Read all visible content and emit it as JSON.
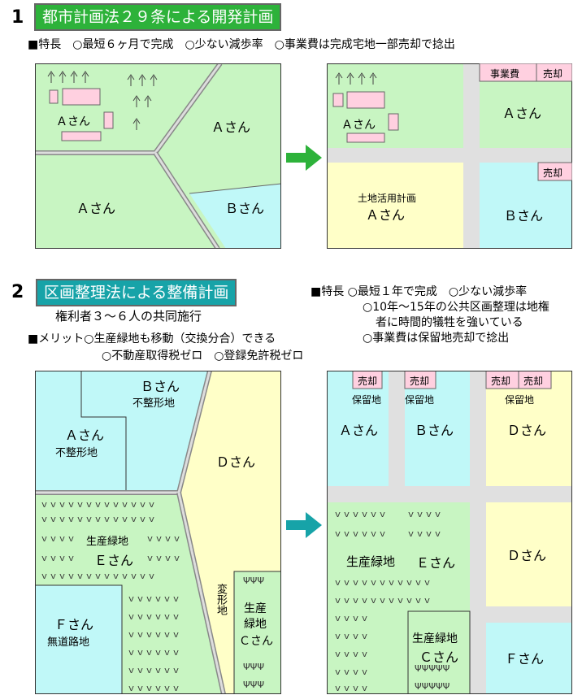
{
  "section1": {
    "number": "1",
    "title": "都市計画法２９条による開発計画",
    "features": "■特長　○最短６ヶ月で完成　○少ない減歩率　○事業費は完成宅地一部売却で捻出",
    "before": {
      "a_upper": "Ａさん",
      "a_lower": "Ａさん",
      "b": "Ｂさん"
    },
    "after": {
      "jigyohi": "事業費",
      "baikyaku": "売却",
      "a_top": "Ａさん",
      "a_left": "Ａさん",
      "plan_line1": "土地活用計画",
      "plan_line2": "Ａさん",
      "b": "Ｂさん"
    }
  },
  "section2": {
    "number": "2",
    "title": "区画整理法による整備計画",
    "subtitle": "権利者３～６人の共同施行",
    "merit1": "■メリット○生産緑地も移動（交換分合）できる",
    "merit2": "○不動産取得税ゼロ　○登録免許税ゼロ",
    "features": [
      "■特長 ○最短１年で完成　○少ない減歩率",
      "○10年～15年の公共区画整理は地権",
      "者に時間的犠牲を強いている",
      "○事業費は保留地売却で捻出"
    ],
    "before": {
      "b": "Ｂさん",
      "b_note": "不整形地",
      "a": "Ａさん",
      "a_note": "不整形地",
      "d": "Ｄさん",
      "green_label": "生産緑地",
      "e": "Ｅさん",
      "f": "Ｆさん",
      "f_note": "無道路地",
      "henkei": "変形地",
      "c_green1": "生産",
      "c_green2": "緑地",
      "c": "Ｃさん"
    },
    "after": {
      "baikyaku": "売却",
      "horyuchi": "保留地",
      "a": "Ａさん",
      "b": "Ｂさん",
      "d_top": "Ｄさん",
      "d_mid": "Ｄさん",
      "green_label": "生産緑地",
      "e": "Ｅさん",
      "c_green": "生産緑地",
      "c": "Ｃさん",
      "f": "Ｆさん"
    }
  },
  "colors": {
    "green_title": "#2db23a",
    "teal_title": "#17a3a8",
    "light_green": "#c8f5c2",
    "light_cyan": "#c0f8f8",
    "light_yellow": "#ffffc8",
    "pink": "#ffd0e0",
    "road": "#e0e0e0",
    "arrow_green": "#2db23a",
    "arrow_teal": "#17a3a8"
  }
}
